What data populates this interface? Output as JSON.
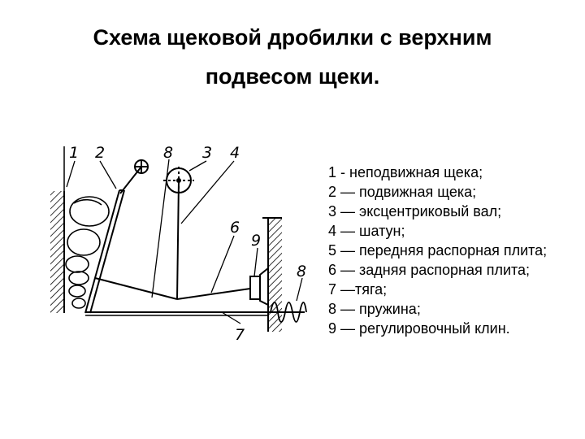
{
  "title": {
    "line1": "Схема щековой дробилки с верхним",
    "line2": "подвесом щеки."
  },
  "diagram": {
    "labels": [
      "1",
      "2",
      "8",
      "3",
      "4",
      "6",
      "9",
      "8",
      "7"
    ]
  },
  "legend": [
    "1 -  неподвижная щека;",
    "2 — подвижная щека;",
    "3 — эксцентриковый вал;",
    "4 — шатун;",
    "5 — передняя распорная плита;",
    "6 — задняя распорная плита;",
    "7 —тяга;",
    "8 — пружина;",
    "9 — регулировочный клин."
  ]
}
